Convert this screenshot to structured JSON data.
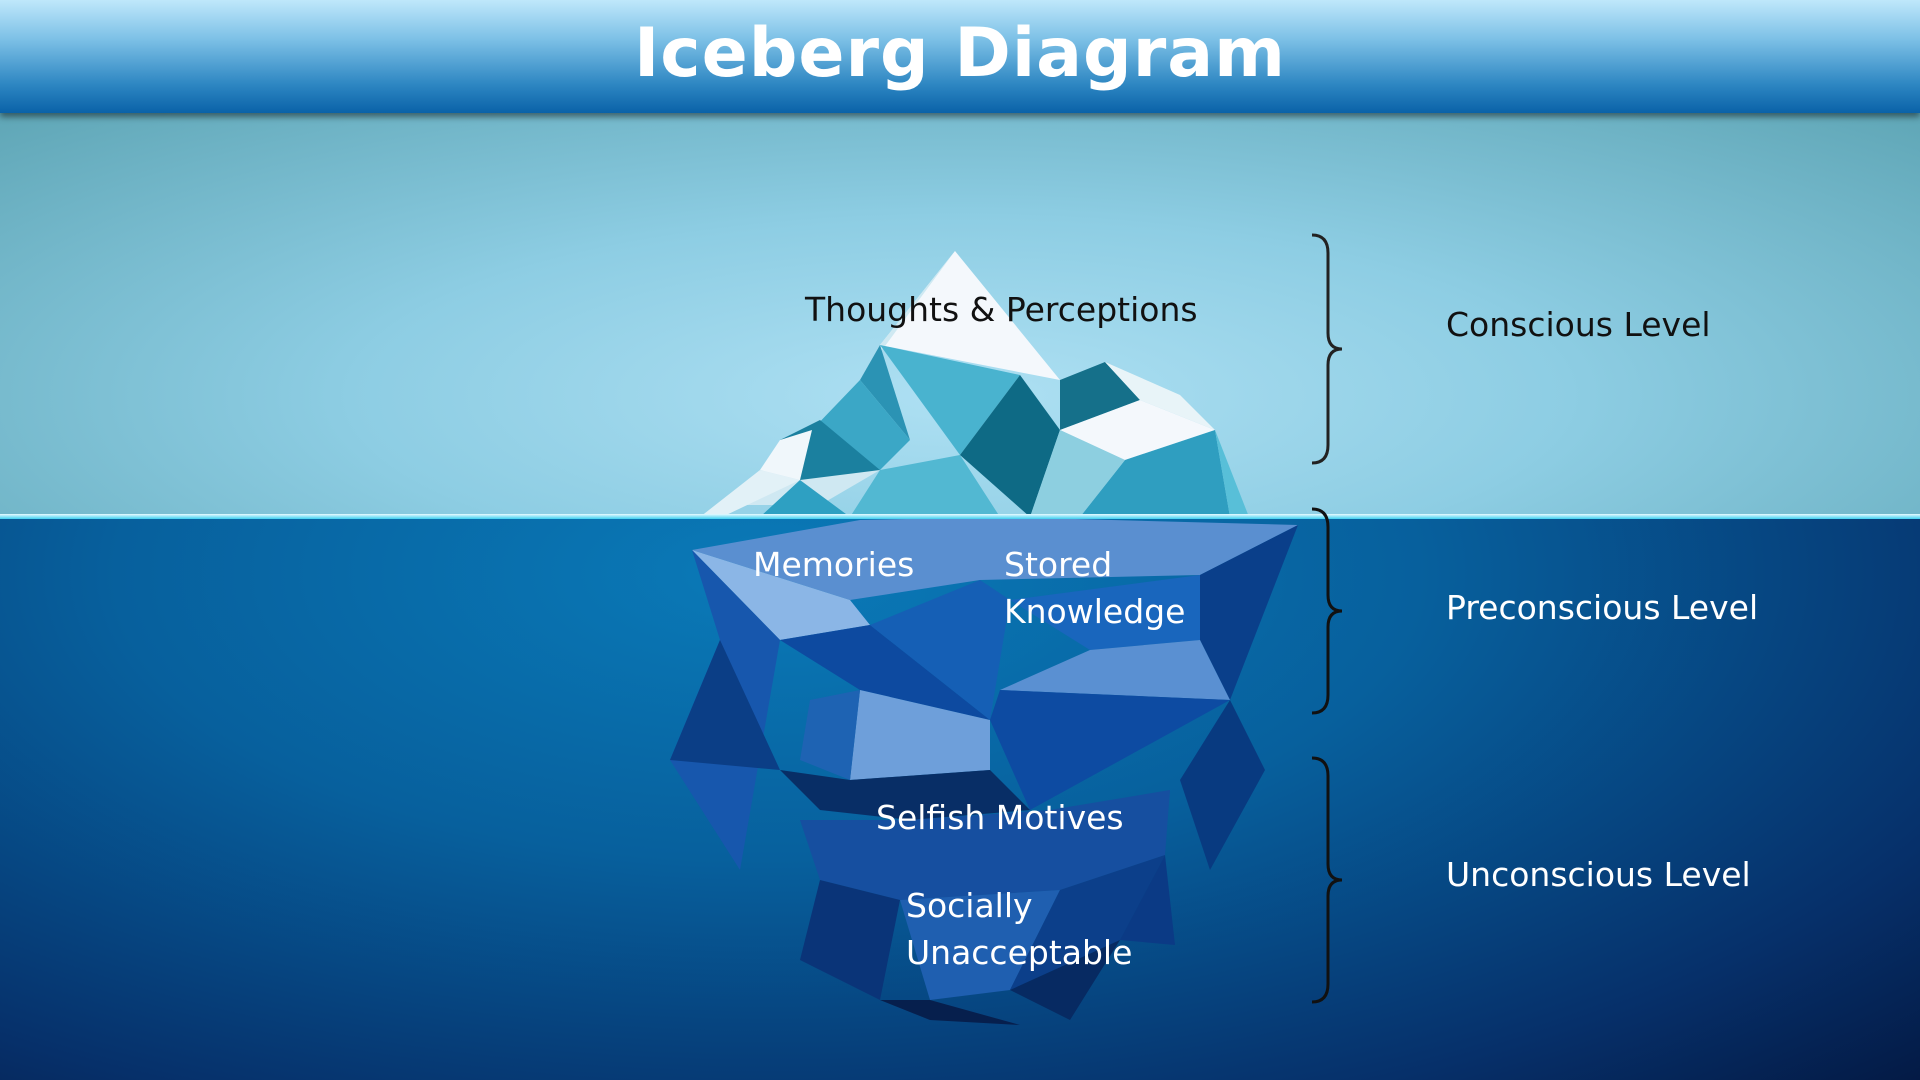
{
  "header": {
    "title": "Iceberg Diagram"
  },
  "iceberg_labels": {
    "tip": "Thoughts & Perceptions",
    "memories": "Memories",
    "stored_line1": "Stored",
    "stored_line2": "Knowledge",
    "selfish": "Selfish Motives",
    "socially_line1": "Socially",
    "socially_line2": "Unacceptable"
  },
  "levels": [
    {
      "label": "Conscious Level"
    },
    {
      "label": "Preconscious Level"
    },
    {
      "label": "Unconscious Level"
    }
  ],
  "colors": {
    "header": "#1a7bbd",
    "sky": "#a6dcf0",
    "sea": "#07609d",
    "ice_top": "#3aa6c4",
    "ice_under": "#1456a8"
  }
}
